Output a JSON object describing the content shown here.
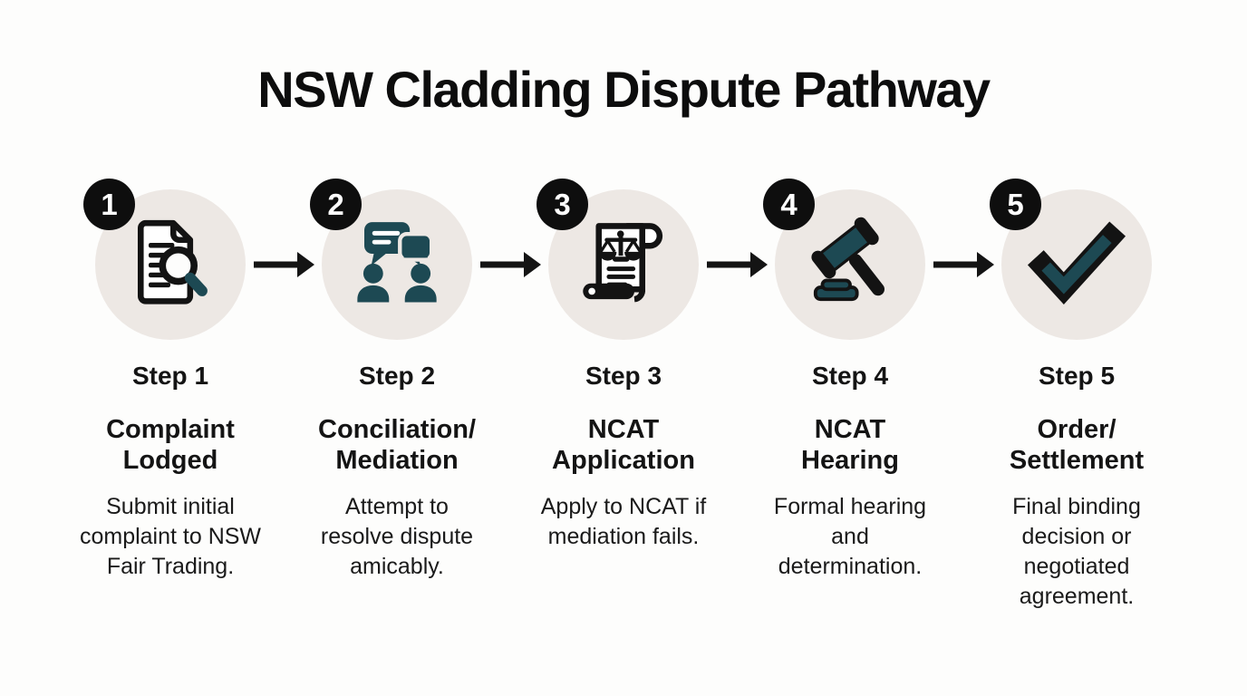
{
  "page": {
    "title": "NSW Cladding Dispute Pathway"
  },
  "colors": {
    "page_bg": "#FDFDFC",
    "ink": "#141414",
    "badge_bg": "#0E0E0E",
    "badge_text": "#FFFFFF",
    "circle_bg": "#EDE8E4",
    "accent_teal": "#1D4953",
    "arrow": "#141414"
  },
  "arrow": {
    "icon": "right-arrow-icon"
  },
  "steps": [
    {
      "number": "1",
      "label": "Step 1",
      "title": "Complaint\nLodged",
      "description": "Submit initial\ncomplaint to NSW\nFair Trading.",
      "icon": "document-search-icon"
    },
    {
      "number": "2",
      "label": "Step 2",
      "title": "Conciliation/\nMediation",
      "description": "Attempt to\nresolve dispute\namicably.",
      "icon": "conversation-icon"
    },
    {
      "number": "3",
      "label": "Step 3",
      "title": "NCAT\nApplication",
      "description": "Apply to NCAT if\nmediation fails.",
      "icon": "scroll-scales-icon"
    },
    {
      "number": "4",
      "label": "Step 4",
      "title": "NCAT\nHearing",
      "description": "Formal hearing\nand\ndetermination.",
      "icon": "gavel-icon"
    },
    {
      "number": "5",
      "label": "Step 5",
      "title": "Order/\nSettlement",
      "description": "Final binding\ndecision or\nnegotiated\nagreement.",
      "icon": "check-icon"
    }
  ]
}
